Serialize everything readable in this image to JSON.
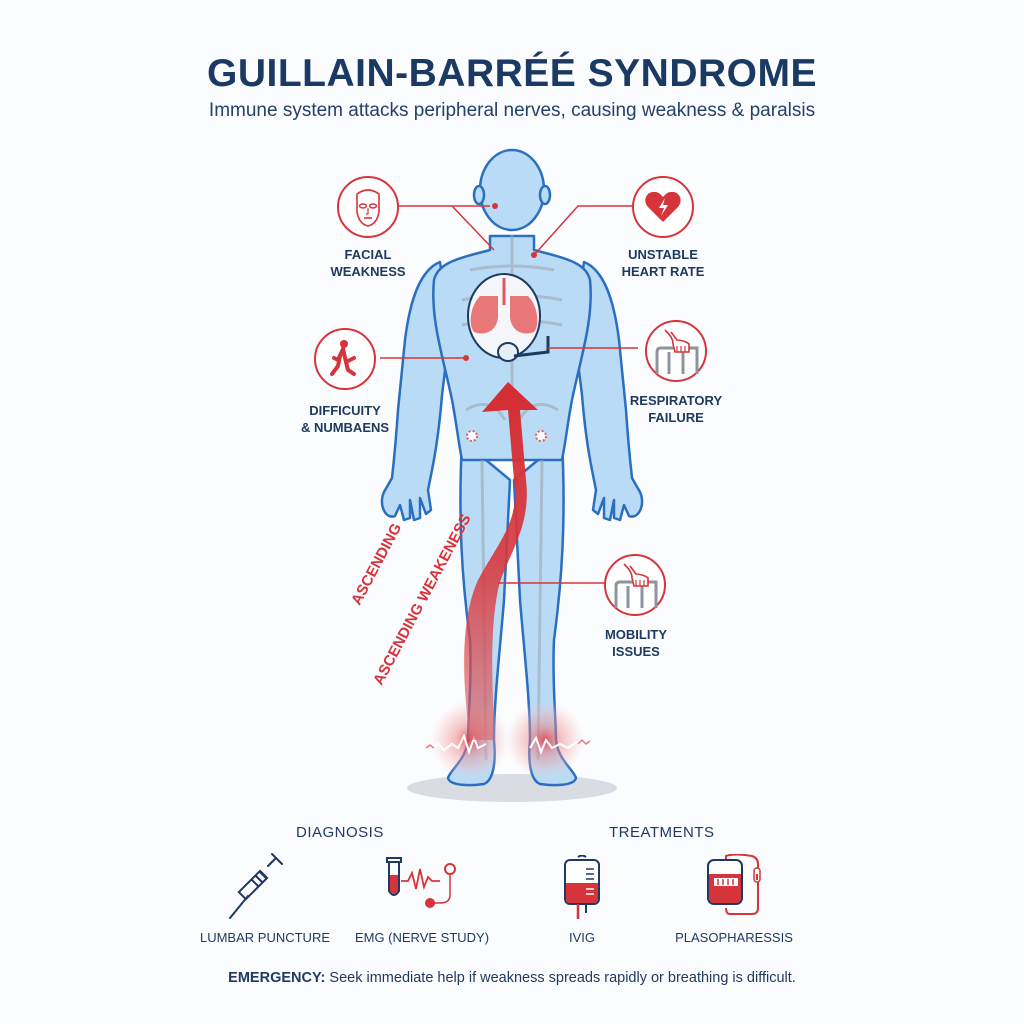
{
  "header": {
    "title": "GUILLAIN-BARRÉÉ SYNDROME",
    "subtitle": "Immune system attacks peripheral nerves, causing weakness & paralsis"
  },
  "symptoms": [
    {
      "id": "facial",
      "icon": "face-icon",
      "label_line1": "FACIAL",
      "label_line2": "WEAKNESS"
    },
    {
      "id": "heart",
      "icon": "heart-lightning-icon",
      "label_line1": "UNSTABLE",
      "label_line2": "HEART RATE"
    },
    {
      "id": "difficulty",
      "icon": "walking-person-icon",
      "label_line1": "DIFFICUITY",
      "label_line2": "& NUMBAENS"
    },
    {
      "id": "respiratory",
      "icon": "hand-grip-rail-icon",
      "label_line1": "RESPIRATORY",
      "label_line2": "FAILURE"
    },
    {
      "id": "mobility",
      "icon": "hand-grip-rail-icon",
      "label_line1": "MOBILITY",
      "label_line2": "ISSUES"
    }
  ],
  "figure": {
    "arrow_text_1": "ASCENDING",
    "arrow_text_2": "ASCENDING WEAKENESS"
  },
  "diagnosis": {
    "heading": "DIAGNOSIS",
    "items": [
      {
        "icon": "syringe-icon",
        "label": "LUMBAR PUNCTURE"
      },
      {
        "icon": "test-tube-emg-icon",
        "label": "EMG (NERVE STUDY)"
      }
    ]
  },
  "treatments": {
    "heading": "TREATMENTS",
    "items": [
      {
        "icon": "iv-bag-icon",
        "label": "IVIG"
      },
      {
        "icon": "plasmapheresis-bag-icon",
        "label": "PLASOPHARESSIS"
      }
    ]
  },
  "footer": {
    "emergency_label": "EMERGENCY:",
    "emergency_text": " Seek immediate help if weakness spreads rapidly or breathing is difficult."
  },
  "colors": {
    "navy": "#1a3a63",
    "red": "#d6343a",
    "body_blue": "#a9cff0",
    "outline_blue": "#2a6fc0"
  }
}
